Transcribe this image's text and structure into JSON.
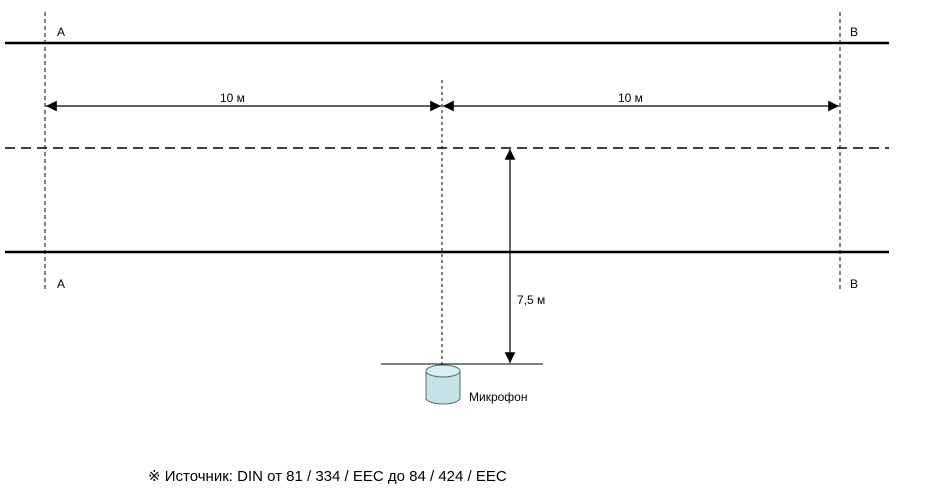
{
  "labels": {
    "a_top": "A",
    "b_top": "B",
    "a_bottom": "A",
    "b_bottom": "B",
    "dist_left": "10 м",
    "dist_right": "10 м",
    "dist_vertical": "7,5 м",
    "microphone": "Микрофон"
  },
  "source_note": "※ Источник: DIN от 81 / 334 / EEC до 84 / 424 / EEC",
  "colors": {
    "line": "#000000",
    "microphone_fill": "#c6e2e6",
    "microphone_stroke": "#4a6f77"
  }
}
